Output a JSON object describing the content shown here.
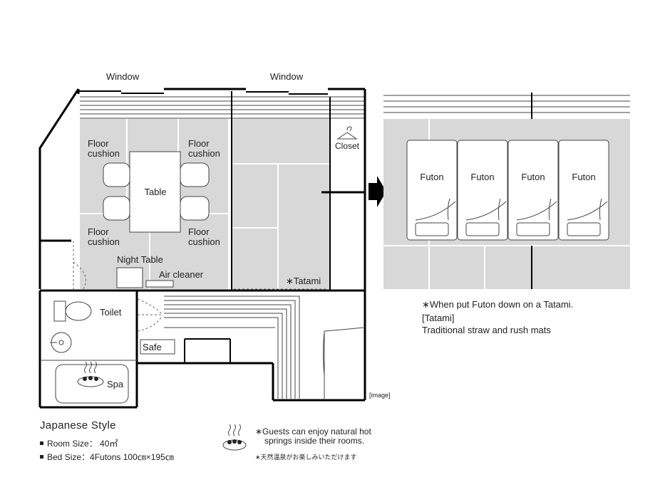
{
  "plan": {
    "window_left": "Window",
    "window_right": "Window",
    "closet": "Closet",
    "floor_cushion_a": [
      "Floor",
      "cushion"
    ],
    "floor_cushion_b": [
      "Floor",
      "cushion"
    ],
    "floor_cushion_c": [
      "Floor",
      "cushion"
    ],
    "floor_cushion_d": [
      "Floor",
      "cushion"
    ],
    "table": "Table",
    "night_table": "Night Table",
    "air_cleaner": "Air cleaner",
    "tatami": "∗Tatami",
    "toilet": "Toilet",
    "spa": "Spa",
    "safe": "Safe",
    "image_tag": "[image]"
  },
  "futon_view": {
    "futons": [
      "Futon",
      "Futon",
      "Futon",
      "Futon"
    ],
    "note": "∗When put Futon down on a Tatami.",
    "tatami_heading": "[Tatami]",
    "tatami_desc": "Traditional straw and rush mats"
  },
  "info": {
    "title": "Japanese Style",
    "room_size": "Room Size： 40㎡",
    "bed_size": "Bed Size：4Futons 100㎝×195㎝",
    "onsen_note_1": "∗Guests can enjoy natural hot",
    "onsen_note_2": "springs inside their rooms.",
    "onsen_note_jp": "∗天然温泉がお楽しみいただけます"
  }
}
